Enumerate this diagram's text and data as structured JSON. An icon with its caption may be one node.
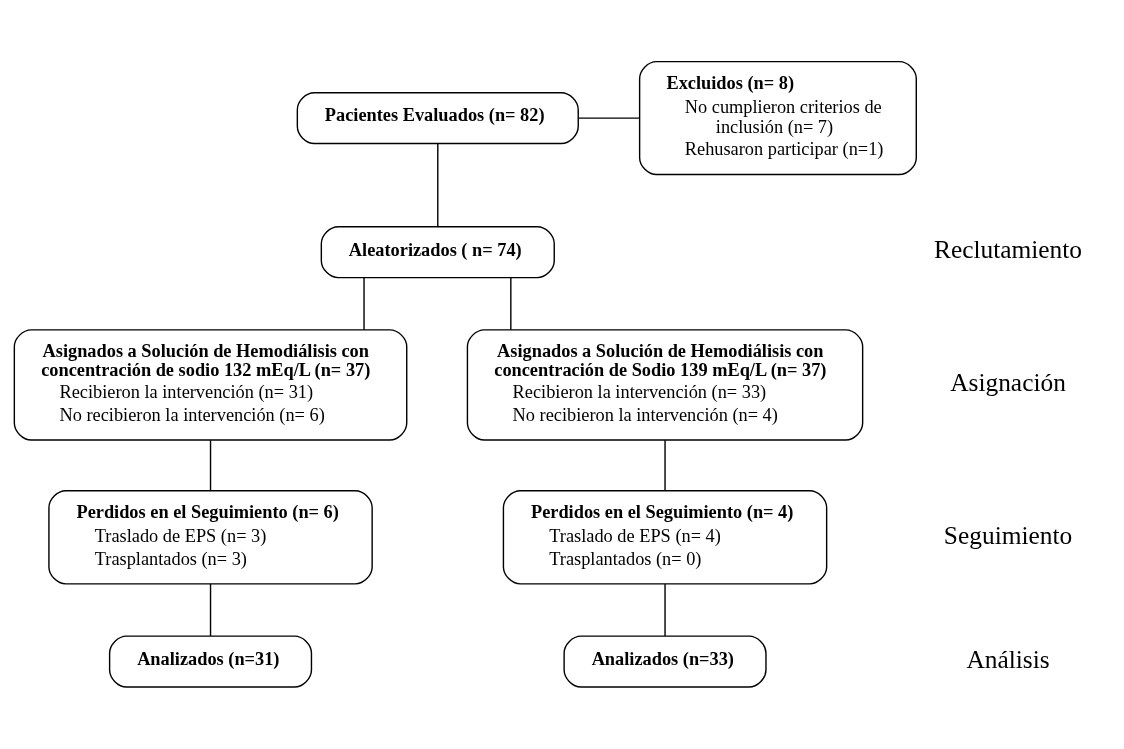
{
  "diagram": {
    "nodes": [
      {
        "text": [
          "Pacientes Evaluados (n= 82)"
        ]
      },
      {
        "text": [
          "Excluidos (n= 8)",
          "No cumplieron criterios de inclusión (n= 7)",
          "Rehusaron participar (n=1)"
        ]
      },
      {
        "text": [
          "Aleatorizados ( n= 74)"
        ]
      },
      {
        "text": [
          "Asignados a Solución de Hemodiálisis con concentración de sodio 132 mEq/L (n= 37)",
          "Recibieron la intervención (n= 31)",
          "No recibieron la intervención (n= 6)"
        ]
      },
      {
        "text": [
          "Asignados a Solución de Hemodiálisis con concentración de Sodio 139 mEq/L (n= 37)",
          "Recibieron la intervención (n= 33)",
          "No recibieron la intervención (n= 4)"
        ]
      },
      {
        "text": [
          "Perdidos en el Seguimiento (n= 6)",
          "Traslado de EPS (n= 3)",
          "Trasplantados (n= 3)"
        ]
      },
      {
        "text": [
          "Perdidos en el Seguimiento (n= 4)",
          "Traslado de EPS (n= 4)",
          "Trasplantados (n= 0)"
        ]
      },
      {
        "text": [
          "Analizados (n=31)"
        ]
      },
      {
        "text": [
          "Analizados (n=33)"
        ]
      }
    ],
    "edges": [
      {
        "from": 0,
        "to": 2,
        "arrow": "none"
      },
      {
        "from": 0,
        "to": 1,
        "arrow": "none"
      },
      {
        "from": 2,
        "to": 3,
        "arrow": "none"
      },
      {
        "from": 2,
        "to": 4,
        "arrow": "none"
      },
      {
        "from": 3,
        "to": 5,
        "arrow": "none"
      },
      {
        "from": 4,
        "to": 6,
        "arrow": "none"
      },
      {
        "from": 5,
        "to": 7,
        "arrow": "none"
      },
      {
        "from": 6,
        "to": 8,
        "arrow": "none"
      }
    ],
    "labels": [
      "Reclutamiento",
      "Asignación",
      "Seguimiento",
      "Análisis"
    ]
  }
}
